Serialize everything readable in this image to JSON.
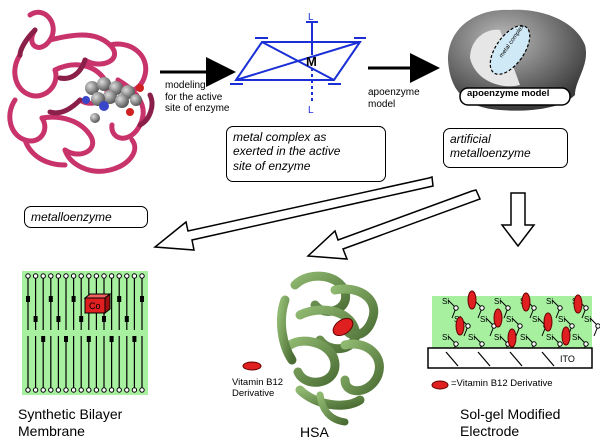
{
  "labels": {
    "modeling": "modeling\nfor the active\nsite of enzyme",
    "metal_symbol": "M",
    "ligand_symbol": "L",
    "apoenzyme_arrow": "apoenzyme\nmodel",
    "apoenzyme_model": "apoenzyme model",
    "metalloenzyme": "metalloenzyme",
    "metal_complex": "metal complex as\nexerted in the active\nsite of enzyme",
    "artificial": "artificial\nmetalloenzyme",
    "cobalt": "Co",
    "vitamin_b12": "Vitamin B12\nDerivative",
    "hsa": "HSA",
    "ito": "ITO",
    "si": "Si",
    "vitamin_legend": "=Vitamin B12 Derivative",
    "bilayer_caption": "Synthetic Bilayer\nMembrane",
    "solgel_caption": "Sol-gel Modified\nElectrode"
  },
  "colors": {
    "protein": "#c8336b",
    "helix_dark": "#8a1f49",
    "blue_complex": "#1a2fd6",
    "membrane_bg": "#a6f0a0",
    "hsa_green": "#6b8f4e",
    "vitamin_red": "#e02020",
    "gray_shell": "#7a7a7a"
  }
}
